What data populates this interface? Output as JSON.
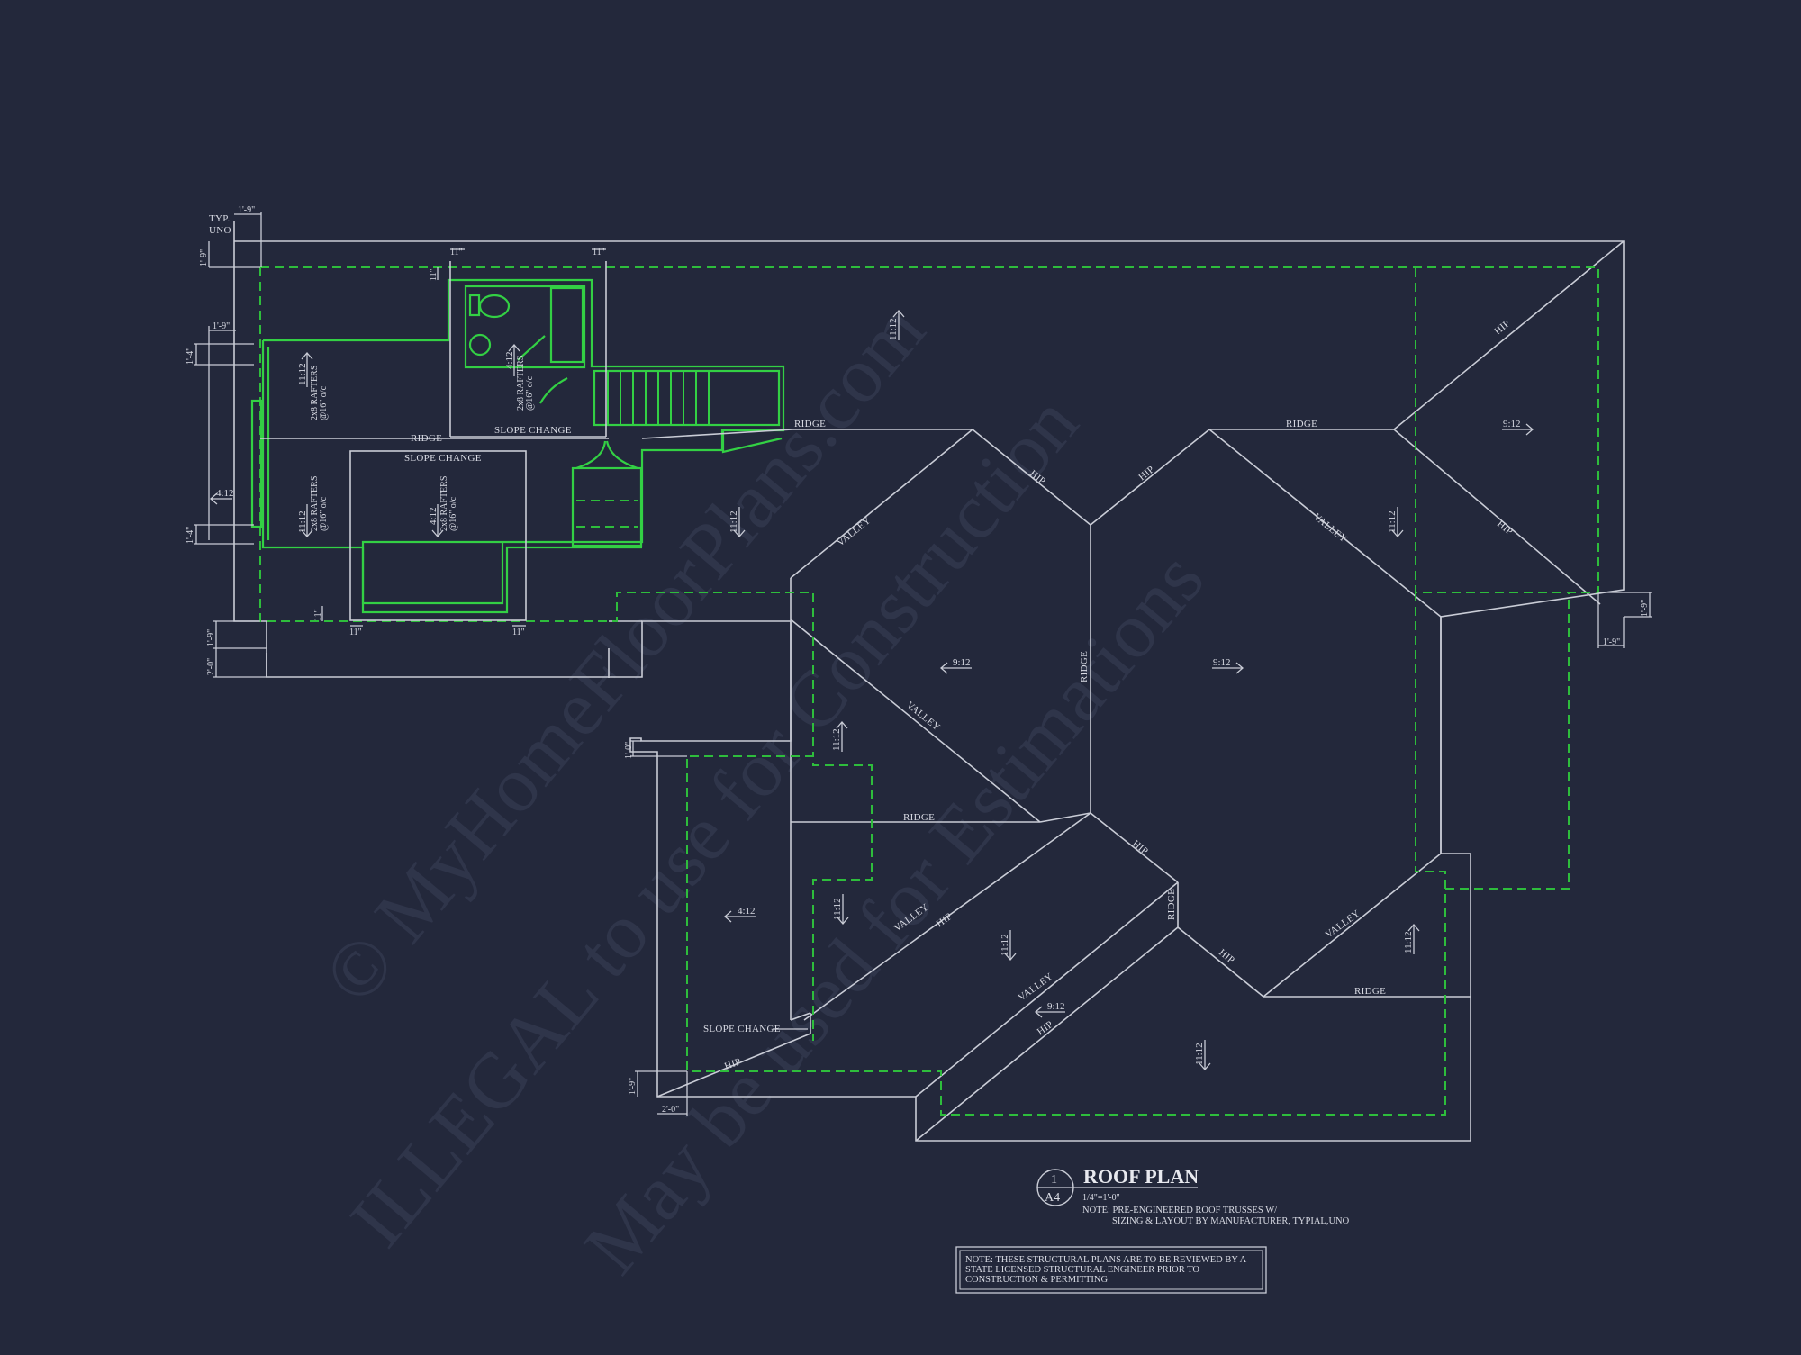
{
  "title_block": {
    "detail_number": "1",
    "sheet_number": "A4",
    "title": "ROOF PLAN",
    "scale": "1/4\"=1'-0\"",
    "note_line1": "NOTE: PRE-ENGINEERED ROOF TRUSSES W/",
    "note_line2": "SIZING & LAYOUT BY MANUFACTURER, TYPIAL,UNO"
  },
  "structural_note": {
    "line1": "NOTE: THESE STRUCTURAL PLANS ARE TO BE REVIEWED BY A",
    "line2": "STATE LICENSED STRUCTURAL ENGINEER PRIOR TO",
    "line3": "CONSTRUCTION & PERMITTING"
  },
  "watermark": {
    "line1": "© MyHomeFloorPlans.com",
    "line2": "ILLEGAL to use for Construction",
    "line3": "May be used for Estimations"
  },
  "labels": {
    "typ": "TYP.",
    "uno": "UNO",
    "ridge": "RIDGE",
    "hip": "HIP",
    "valley": "VALLEY",
    "slope_change": "SLOPE CHANGE",
    "rafters": "2x8 RAFTERS",
    "rafter_spacing": "@16\" o/c"
  },
  "pitches": {
    "p11": "11:12",
    "p9": "9:12",
    "p4": "4:12"
  },
  "dimensions": {
    "d1_9": "1'-9\"",
    "d1_4": "1'-4\"",
    "d11": "11\"",
    "d2_0": "2'-0\"",
    "d1_0": "1'-0\""
  },
  "colors": {
    "background": "#23283b",
    "linework": "#c9ccd6",
    "eave_dashed": "#2ebd3c",
    "walls": "#33d044",
    "watermark": "#3a4058"
  }
}
